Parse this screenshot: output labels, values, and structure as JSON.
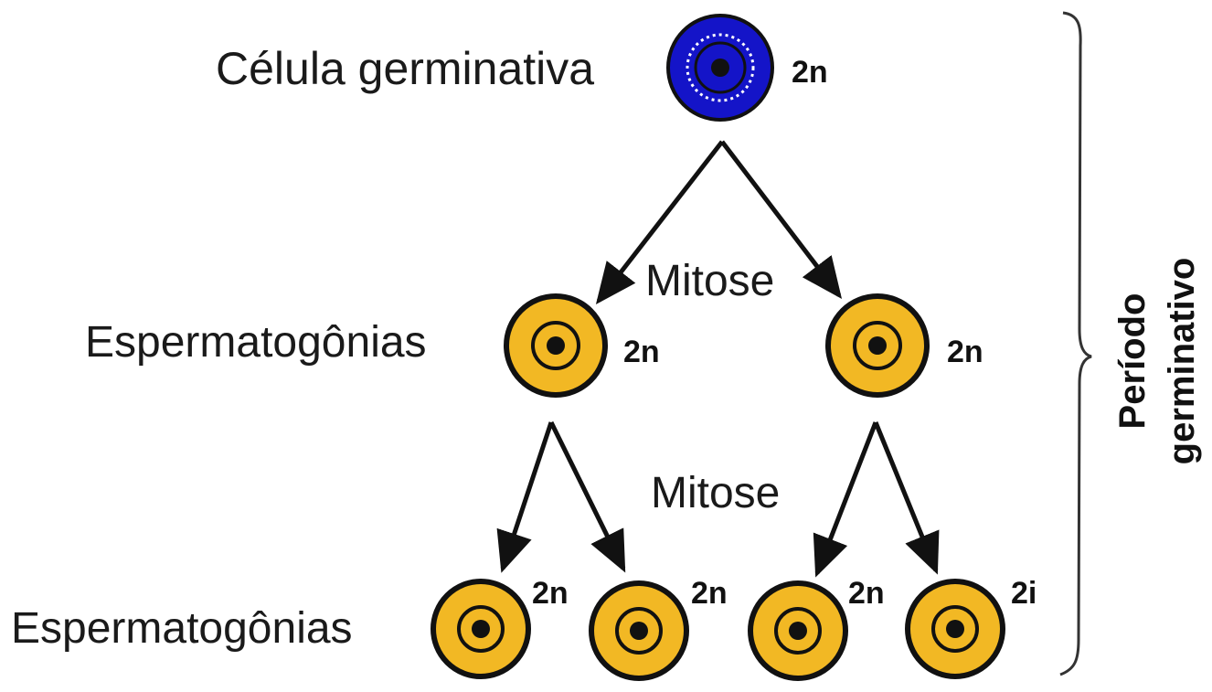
{
  "labels": {
    "germ_cell": "Célula germinativa",
    "spermatogonia_1": "Espermatogônias",
    "spermatogonia_2": "Espermatogônias",
    "mitosis_1": "Mitose",
    "mitosis_2": "Mitose",
    "period_line1": "Período",
    "period_line2": "germinativo"
  },
  "ploidy": {
    "germ": "2n",
    "gen1": [
      "2n",
      "2n"
    ],
    "gen2": [
      "2n",
      "2n",
      "2n",
      "2i"
    ]
  },
  "colors": {
    "germ_cell_fill": "#1414c8",
    "spermatogonia_fill": "#f2b824",
    "outline": "#111111",
    "nucleus": "#111111"
  }
}
